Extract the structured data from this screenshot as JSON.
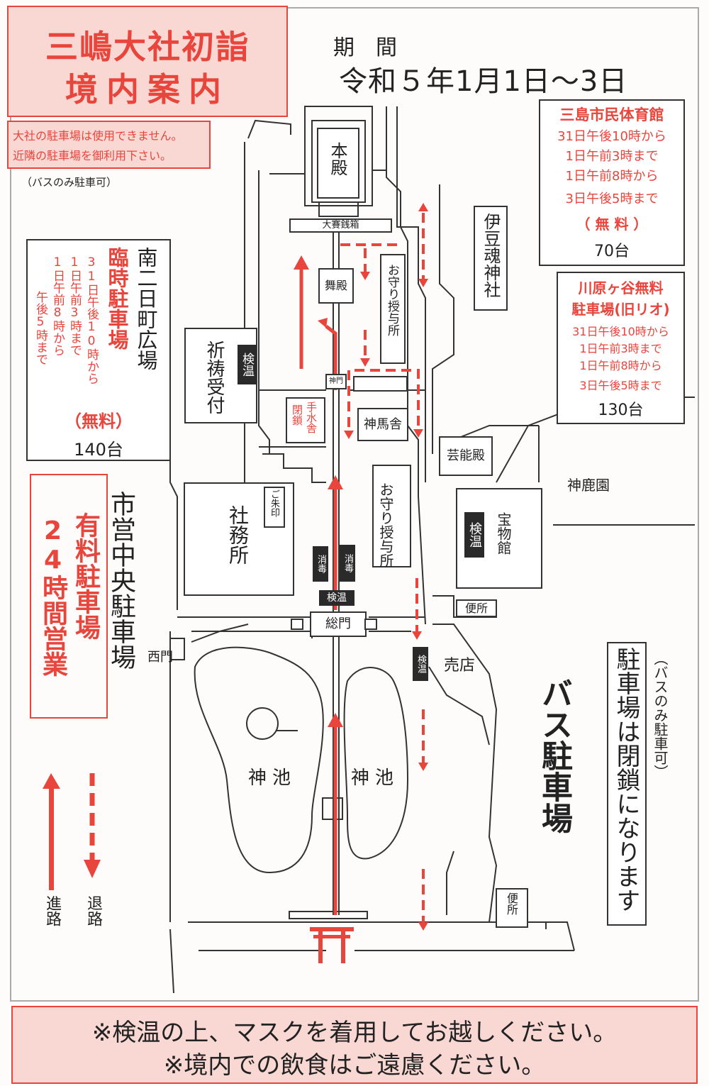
{
  "title": {
    "line1": "三嶋大社初詣",
    "line2": "境内案内"
  },
  "parking_note": {
    "line1": "大社の駐車場は使用できません。",
    "line2": "近隣の駐車場を御利用下さい。",
    "bus_note": "（バスのみ駐車可）"
  },
  "period": {
    "label": "期　間",
    "dates": "令和５年1月1日～3日"
  },
  "gym": {
    "name": "三島市民体育館",
    "h1": "31日午後10時から",
    "h2": "1日午前3時まで",
    "h3": "1日午前8時から",
    "h4": "3日午後5時まで",
    "fee": "（ 無 料 ）",
    "count": "70台"
  },
  "kawara": {
    "name1": "川原ヶ谷無料",
    "name2": "駐車場(旧リオ)",
    "h1": "31日午後10時から",
    "h2": "1日午前3時まで",
    "h3": "1日午前8時から",
    "h4": "3日午後5時まで",
    "count": "130台"
  },
  "minami": {
    "name": "南二日町広場",
    "temp": "臨時駐車場",
    "h1": "31日午後10時から",
    "h2": "1日午前3時まで",
    "h3": "1日午前8時から",
    "h4": "午後5時まで",
    "fee": "（無料）",
    "count": "140台"
  },
  "city_parking": {
    "name": "市営中央駐車場",
    "paid": "有料駐車場",
    "hours": "24時間営業"
  },
  "bus_parking": {
    "name": "バス駐車場",
    "closed": "駐車場は閉鎖になります",
    "note": "（バスのみ駐車可）"
  },
  "buildings": {
    "honden": "本殿",
    "saisen": "大賽銭箱",
    "maiden": "舞殿",
    "omamori1": "お守り授与所",
    "izu": "伊豆魂神社",
    "kito": "祈祷受付",
    "shinmon": "神門",
    "temizu": "手水舎",
    "heisa": "閉鎖",
    "shinme": "神馬舎",
    "geino": "芸能殿",
    "shinrokuen": "神鹿園",
    "omamori2": "お守り授与所",
    "homotsu": "宝物館",
    "goshuin": "ご朱印",
    "shamusho": "社務所",
    "shodoku1": "消毒",
    "shodoku2": "消毒",
    "kenon": "検温",
    "somon": "総門",
    "benjo1": "便所",
    "baiten": "売店",
    "nishimon": "西門",
    "shinchi1": "神池",
    "shinchi2": "神池",
    "benjo2": "便所"
  },
  "legend": {
    "enter": "進路",
    "exit": "退路"
  },
  "footer": {
    "line1": "※検温の上、マスクを着用してお越しください。",
    "line2": "※境内での飲食はご遠慮ください。"
  },
  "colors": {
    "accent": "#e8453c",
    "pink": "#f9d8d4",
    "dark": "#2a2a2a"
  }
}
